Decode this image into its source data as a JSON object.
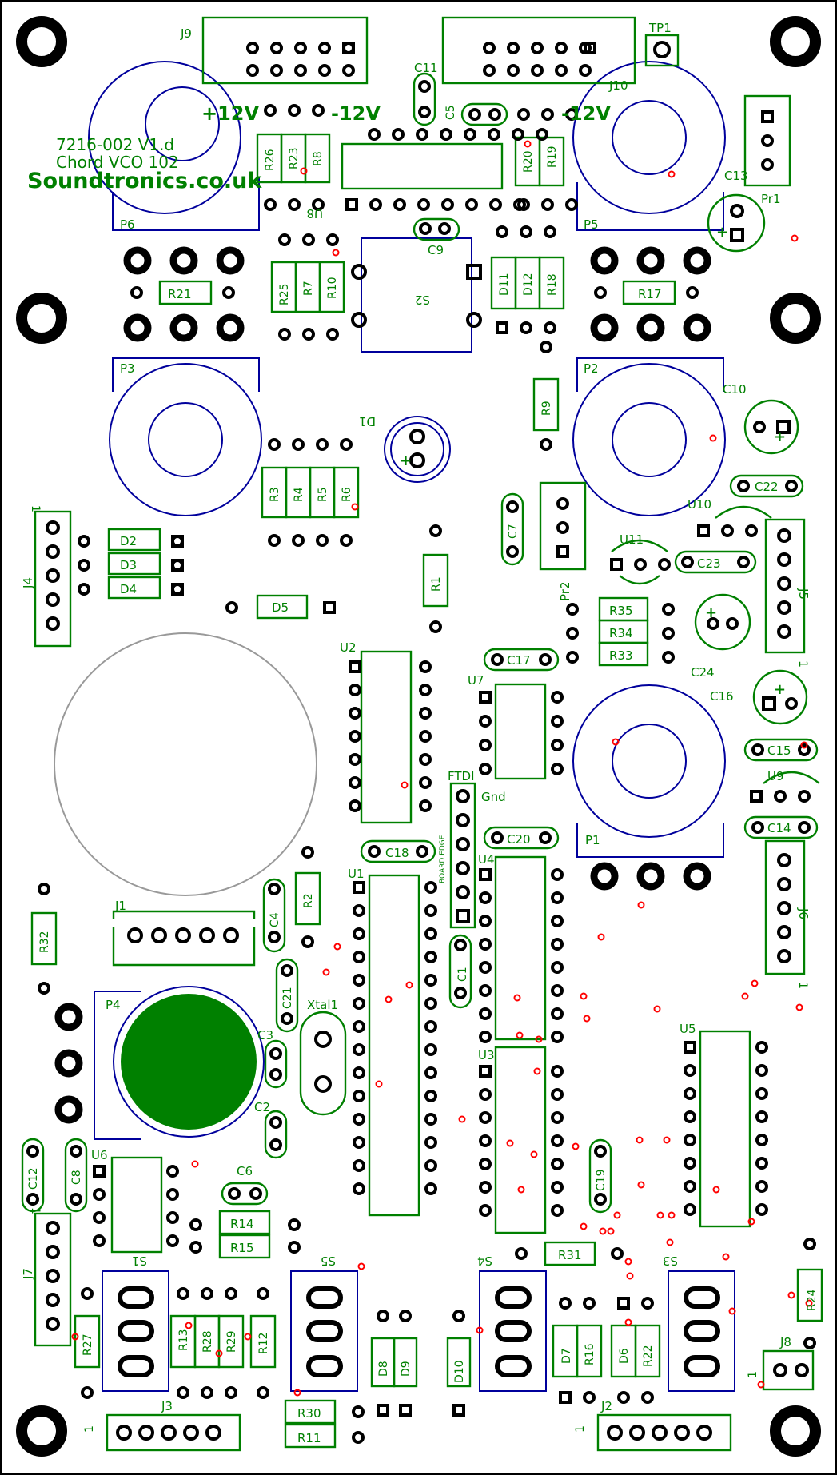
{
  "board": {
    "title_lines": [
      "7216-002 V1.d",
      "Chord VCO 102",
      "Soundtronics.co.uk"
    ],
    "board_edge_label": "BOARD EDGE",
    "ftdi_gnd_label": "Gnd"
  },
  "colors": {
    "background": "#ffffff",
    "outline": "#000000",
    "silkscreen": "#008000",
    "potentiometer": "#00009c",
    "pad": "#000000",
    "via": "#ff0000",
    "big_knob_fill": "#008000"
  },
  "power_labels": [
    {
      "id": "j9-plus12",
      "text": "+12V"
    },
    {
      "id": "j9-minus12",
      "text": "-12V"
    },
    {
      "id": "j10-minus12",
      "text": "-12V"
    }
  ],
  "components": [
    {
      "id": "J9",
      "label": "J9"
    },
    {
      "id": "J10",
      "label": "J10"
    },
    {
      "id": "TP1",
      "label": "TP1"
    },
    {
      "id": "C11",
      "label": "C11"
    },
    {
      "id": "C5",
      "label": "C5"
    },
    {
      "id": "C13",
      "label": "C13"
    },
    {
      "id": "Pr1",
      "label": "Pr1"
    },
    {
      "id": "R26",
      "label": "R26"
    },
    {
      "id": "R23",
      "label": "R23"
    },
    {
      "id": "R8",
      "label": "R8"
    },
    {
      "id": "R20",
      "label": "R20"
    },
    {
      "id": "R19",
      "label": "R19"
    },
    {
      "id": "U8",
      "label": "U8"
    },
    {
      "id": "P6",
      "label": "P6"
    },
    {
      "id": "P5",
      "label": "P5"
    },
    {
      "id": "C9",
      "label": "C9"
    },
    {
      "id": "R21",
      "label": "R21"
    },
    {
      "id": "R25",
      "label": "R25"
    },
    {
      "id": "R7",
      "label": "R7"
    },
    {
      "id": "R10",
      "label": "R10"
    },
    {
      "id": "S2",
      "label": "S2"
    },
    {
      "id": "D11",
      "label": "D11"
    },
    {
      "id": "D12",
      "label": "D12"
    },
    {
      "id": "R18",
      "label": "R18"
    },
    {
      "id": "R17",
      "label": "R17"
    },
    {
      "id": "P3",
      "label": "P3"
    },
    {
      "id": "P2",
      "label": "P2"
    },
    {
      "id": "D1",
      "label": "D1"
    },
    {
      "id": "R9",
      "label": "R9"
    },
    {
      "id": "C10",
      "label": "C10"
    },
    {
      "id": "R3",
      "label": "R3"
    },
    {
      "id": "R4",
      "label": "R4"
    },
    {
      "id": "R5",
      "label": "R5"
    },
    {
      "id": "R6",
      "label": "R6"
    },
    {
      "id": "C22",
      "label": "C22"
    },
    {
      "id": "C7",
      "label": "C7"
    },
    {
      "id": "Pr2",
      "label": "Pr2"
    },
    {
      "id": "U10",
      "label": "U10"
    },
    {
      "id": "U11",
      "label": "U11"
    },
    {
      "id": "C23",
      "label": "C23"
    },
    {
      "id": "J4",
      "label": "J4"
    },
    {
      "id": "D2",
      "label": "D2"
    },
    {
      "id": "D3",
      "label": "D3"
    },
    {
      "id": "D4",
      "label": "D4"
    },
    {
      "id": "R1",
      "label": "R1"
    },
    {
      "id": "J5",
      "label": "J5"
    },
    {
      "id": "D5",
      "label": "D5"
    },
    {
      "id": "R35",
      "label": "R35"
    },
    {
      "id": "R34",
      "label": "R34"
    },
    {
      "id": "R33",
      "label": "R33"
    },
    {
      "id": "U2",
      "label": "U2"
    },
    {
      "id": "C17",
      "label": "C17"
    },
    {
      "id": "C24",
      "label": "C24"
    },
    {
      "id": "U7",
      "label": "U7"
    },
    {
      "id": "C16",
      "label": "C16"
    },
    {
      "id": "C15",
      "label": "C15"
    },
    {
      "id": "FTDI",
      "label": "FTDI"
    },
    {
      "id": "U9",
      "label": "U9"
    },
    {
      "id": "C20",
      "label": "C20"
    },
    {
      "id": "C14",
      "label": "C14"
    },
    {
      "id": "C18",
      "label": "C18"
    },
    {
      "id": "U1",
      "label": "U1"
    },
    {
      "id": "U4",
      "label": "U4"
    },
    {
      "id": "P1",
      "label": "P1"
    },
    {
      "id": "J6",
      "label": "J6"
    },
    {
      "id": "J1",
      "label": "J1"
    },
    {
      "id": "C4",
      "label": "C4"
    },
    {
      "id": "R2",
      "label": "R2"
    },
    {
      "id": "R32",
      "label": "R32"
    },
    {
      "id": "C1",
      "label": "C1"
    },
    {
      "id": "C21",
      "label": "C21"
    },
    {
      "id": "Xtal1",
      "label": "Xtal1"
    },
    {
      "id": "P4",
      "label": "P4"
    },
    {
      "id": "C3",
      "label": "C3"
    },
    {
      "id": "U5",
      "label": "U5"
    },
    {
      "id": "U3",
      "label": "U3"
    },
    {
      "id": "C2",
      "label": "C2"
    },
    {
      "id": "C12",
      "label": "C12"
    },
    {
      "id": "C8",
      "label": "C8"
    },
    {
      "id": "U6",
      "label": "U6"
    },
    {
      "id": "C19",
      "label": "C19"
    },
    {
      "id": "C6",
      "label": "C6"
    },
    {
      "id": "J7",
      "label": "J7"
    },
    {
      "id": "R14",
      "label": "R14"
    },
    {
      "id": "R15",
      "label": "R15"
    },
    {
      "id": "S1",
      "label": "S1"
    },
    {
      "id": "S5",
      "label": "S5"
    },
    {
      "id": "S4",
      "label": "S4"
    },
    {
      "id": "R31",
      "label": "R31"
    },
    {
      "id": "S3",
      "label": "S3"
    },
    {
      "id": "R24",
      "label": "R24"
    },
    {
      "id": "R27",
      "label": "R27"
    },
    {
      "id": "R13",
      "label": "R13"
    },
    {
      "id": "R28",
      "label": "R28"
    },
    {
      "id": "R29",
      "label": "R29"
    },
    {
      "id": "R12",
      "label": "R12"
    },
    {
      "id": "D8",
      "label": "D8"
    },
    {
      "id": "D9",
      "label": "D9"
    },
    {
      "id": "D10",
      "label": "D10"
    },
    {
      "id": "D7",
      "label": "D7"
    },
    {
      "id": "R16",
      "label": "R16"
    },
    {
      "id": "D6",
      "label": "D6"
    },
    {
      "id": "R22",
      "label": "R22"
    },
    {
      "id": "J8",
      "label": "J8"
    },
    {
      "id": "J3",
      "label": "J3"
    },
    {
      "id": "R30",
      "label": "R30"
    },
    {
      "id": "R11",
      "label": "R11"
    },
    {
      "id": "J2",
      "label": "J2"
    }
  ],
  "pin1_markers": [
    {
      "id": "J4",
      "text": "1"
    },
    {
      "id": "J5",
      "text": "1"
    },
    {
      "id": "J6",
      "text": "1"
    },
    {
      "id": "J7",
      "text": "1"
    },
    {
      "id": "J3",
      "text": "1"
    },
    {
      "id": "J2",
      "text": "1"
    },
    {
      "id": "J8",
      "text": "1"
    }
  ],
  "polarity_marks": [
    {
      "id": "C13",
      "text": "+"
    },
    {
      "id": "D1",
      "text": "+"
    },
    {
      "id": "C10",
      "text": "+"
    },
    {
      "id": "C24",
      "text": "+"
    },
    {
      "id": "C16",
      "text": "+"
    }
  ]
}
